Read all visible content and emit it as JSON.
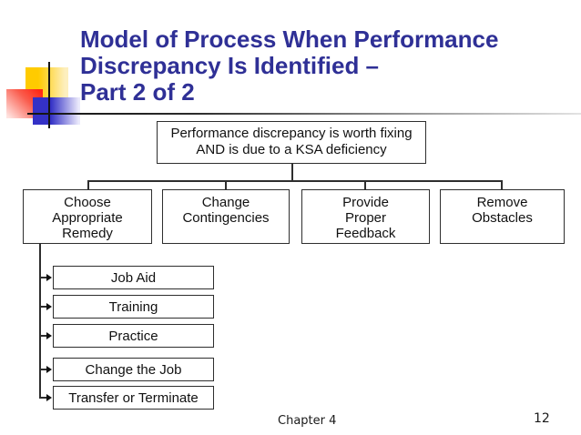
{
  "slide": {
    "title_lines": [
      "Model of Process When Performance",
      "Discrepancy Is Identified –",
      "Part 2 of 2"
    ],
    "footer": {
      "chapter_label": "Chapter 4",
      "page_number": "12"
    },
    "colors": {
      "title_text": "#2F3096",
      "accent_yellow": "#FFCB00",
      "accent_red": "#FF2916",
      "accent_blue": "#3431C6",
      "box_border": "#2E2E2E",
      "box_fill": "#FFFFFF"
    }
  },
  "diagram": {
    "top_box_text": "Performance discrepancy is worth fixing\nAND is due to a KSA deficiency",
    "branch_boxes": [
      "Choose\nAppropriate\nRemedy",
      "Change\nContingencies",
      "Provide\nProper\nFeedback",
      "Remove\nObstacles"
    ],
    "remedy_items": [
      "Job Aid",
      "Training",
      "Practice",
      "Change the Job",
      "Transfer or Terminate"
    ]
  }
}
